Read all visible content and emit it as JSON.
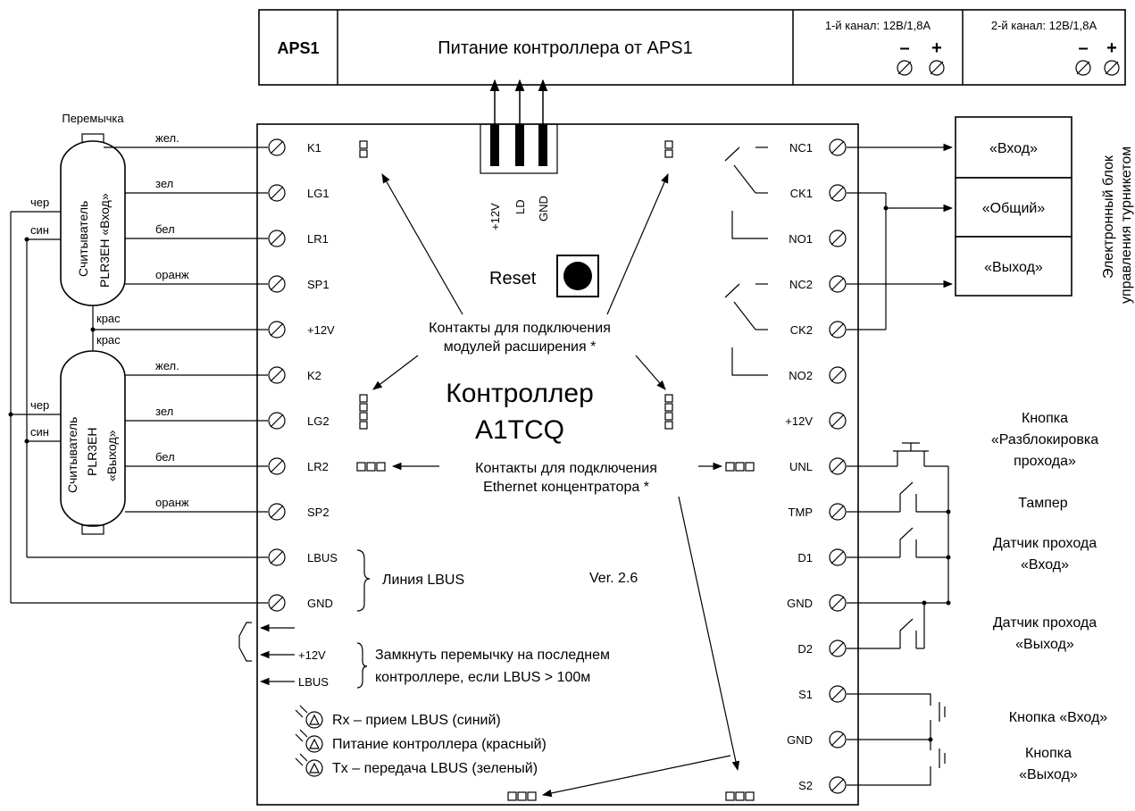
{
  "aps": {
    "label": "APS1",
    "title": "Питание контроллера от APS1",
    "ch1": "1-й канал: 12В/1,8А",
    "ch2": "2-й канал: 12В/1,8А",
    "minus": "–",
    "plus": "+"
  },
  "header_pins": [
    "+12V",
    "LD",
    "GND"
  ],
  "jumper_top": "Перемычка",
  "reader1": {
    "line1": "Считыватель",
    "line2": "PLR3EH «Вход»"
  },
  "reader2": {
    "line1": "Считыватель",
    "line2": "PLR3EH",
    "line3": "«Выход»"
  },
  "wires": {
    "zhel": "жел.",
    "zel": "зел",
    "bel": "бел",
    "oranzh": "оранж",
    "kras": "крас",
    "cher": "чер",
    "sin": "син"
  },
  "left_terminals": [
    "K1",
    "LG1",
    "LR1",
    "SP1",
    "+12V",
    "K2",
    "LG2",
    "LR2",
    "SP2",
    "LBUS",
    "GND"
  ],
  "right_terminals": [
    "NC1",
    "CK1",
    "NO1",
    "NC2",
    "CK2",
    "NO2",
    "+12V",
    "UNL",
    "TMP",
    "D1",
    "GND",
    "D2",
    "S1",
    "GND",
    "S2"
  ],
  "controller": {
    "name_line1": "Контроллер",
    "name_line2": "A1TCQ",
    "reset": "Reset",
    "version": "Ver. 2.6",
    "ext_line1": "Контакты для подключения",
    "ext_line2": "модулей расширения *",
    "eth_line1": "Контакты для подключения",
    "eth_line2": "Ethernet концентратора *",
    "lbus_line": "Линия LBUS",
    "jumper_pin1": "+12V",
    "jumper_pin2": "LBUS",
    "jumper_note1": "Замкнуть перемычку на последнем",
    "jumper_note2": "контроллере, если LBUS > 100м",
    "led1": "Rx – прием LBUS (синий)",
    "led2": "Питание контроллера (красный)",
    "led3": "Tx – передача LBUS (зеленый)"
  },
  "turnstile": {
    "in": "«Вход»",
    "common": "«Общий»",
    "out": "«Выход»",
    "side_line1": "Электронный блок",
    "side_line2": "управления турникетом"
  },
  "right_labels": {
    "unlock1": "Кнопка",
    "unlock2": "«Разблокировка",
    "unlock3": "прохода»",
    "tamper": "Тампер",
    "sensor_in1": "Датчик прохода",
    "sensor_in2": "«Вход»",
    "sensor_out1": "Датчик прохода",
    "sensor_out2": "«Выход»",
    "btn_in": "Кнопка «Вход»",
    "btn_out1": "Кнопка",
    "btn_out2": "«Выход»"
  }
}
